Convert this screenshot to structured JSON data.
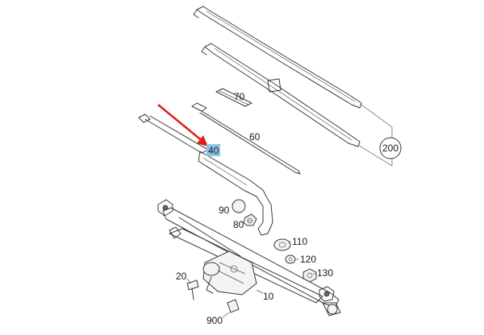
{
  "diagram": {
    "labels": {
      "p70": "70",
      "p60": "60",
      "p40": "40",
      "p200": "200",
      "p90": "90",
      "p80": "80",
      "p110": "110",
      "p120": "120",
      "p130": "130",
      "p20": "20",
      "p10": "10",
      "p900": "900"
    },
    "highlight_color": "#8ec4e6",
    "arrow_color": "#e0201b"
  }
}
